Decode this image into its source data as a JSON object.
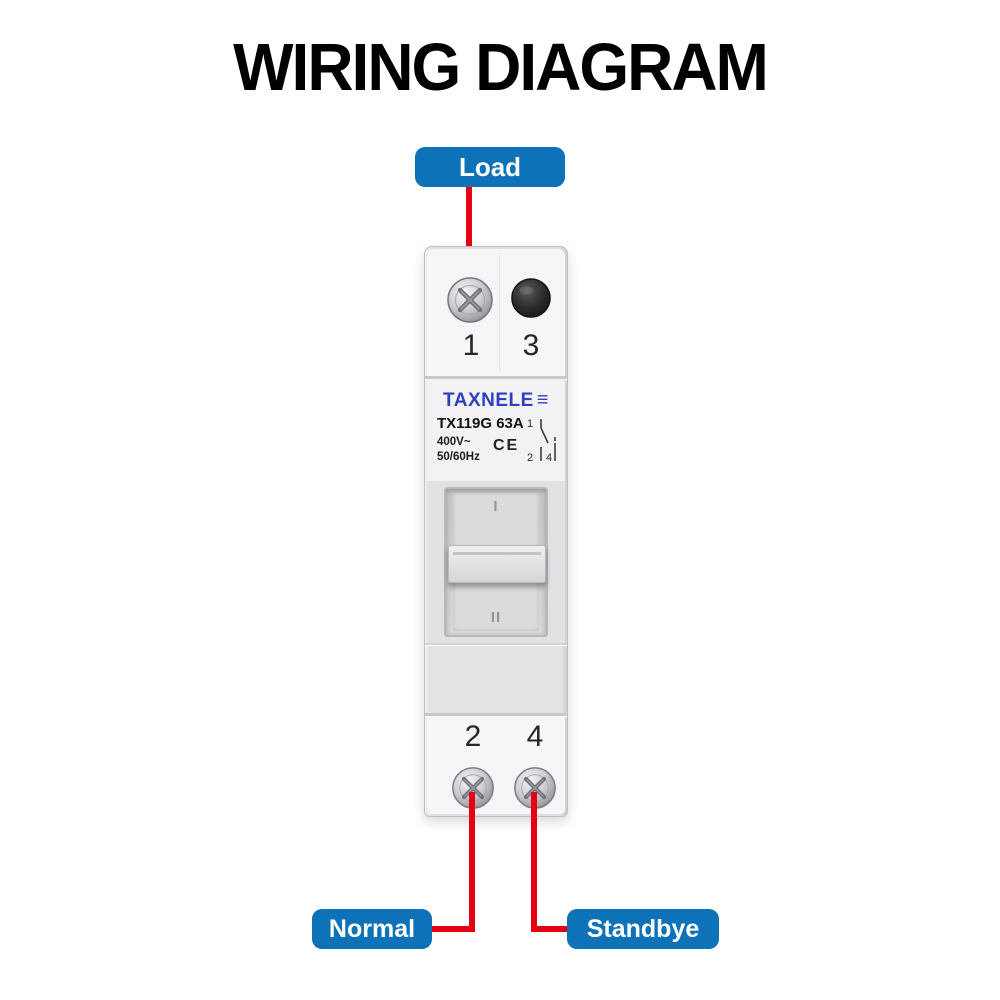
{
  "title": "WIRING DIAGRAM",
  "labels": {
    "load": "Load",
    "normal": "Normal",
    "standbye": "Standbye"
  },
  "device": {
    "brand": "TAXNELE",
    "brand_mark": "≡",
    "model": "TX119G 63A",
    "voltage": "400V~",
    "ce_mark": "CE",
    "frequency": "50/60Hz",
    "top_terminals": [
      "1",
      "3"
    ],
    "bottom_terminals": [
      "2",
      "4"
    ],
    "toggle_positions": {
      "top": "I",
      "bottom": "II"
    },
    "schematic": {
      "n1": "1",
      "n2": "2",
      "n4": "4"
    }
  },
  "colors": {
    "accent_blue": "#0e72b8",
    "wire_red": "#e60013",
    "brand_blue": "#2f3fc1"
  }
}
